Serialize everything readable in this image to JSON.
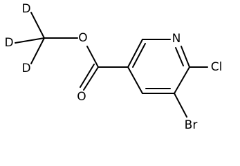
{
  "atoms": {
    "d_top": "D",
    "d_left": "D",
    "d_bottom": "D",
    "ester_o": "O",
    "carbonyl_o": "O",
    "ring_n": "N",
    "cl": "Cl",
    "br": "Br"
  },
  "colors": {
    "bond": "#000000",
    "label": "#000000",
    "background": "#ffffff"
  }
}
